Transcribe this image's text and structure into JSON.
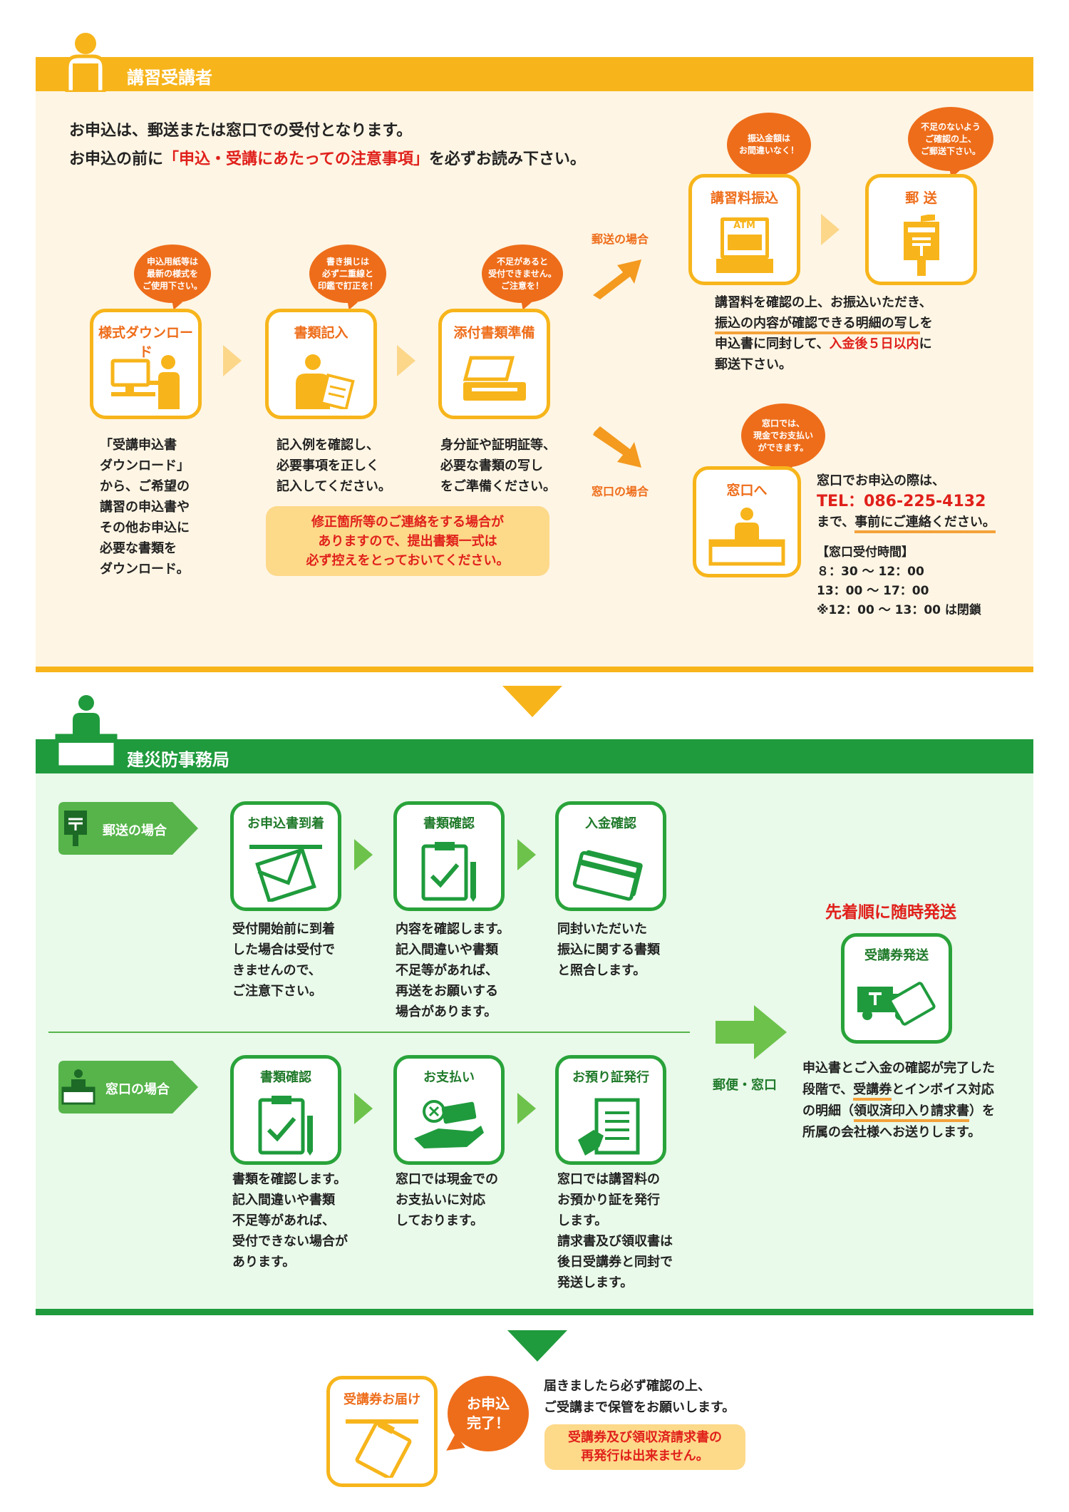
{
  "top": {
    "header": "講習受講者",
    "intro1": "お申込は、郵送または窓口での受付となります。",
    "intro2a": "お申込の前に",
    "intro2b": "「申込・受講にあたっての注意事項」",
    "intro2c": "を必ずお読み下さい。",
    "steps": [
      {
        "title": "様式ダウンロード",
        "bubble": "申込用紙等は\n最新の様式を\nご使用下さい。",
        "text": "「受講申込書\nダウンロード」\nから、ご希望の\n講習の申込書や\nその他お申込に\n必要な書類を\nダウンロード。"
      },
      {
        "title": "書類記入",
        "bubble": "書き損じは\n必ず二重線と\n印鑑で訂正を！",
        "text": "記入例を確認し、\n必要事項を正しく\n記入してください。"
      },
      {
        "title": "添付書類準備",
        "bubble": "不足があると\n受付できません。\nご注意を！",
        "text": "身分証や証明証等、\n必要な書類の写し\nをご準備ください。"
      }
    ],
    "warning": "修正箇所等のご連絡をする場合が\nありますので、提出書類一式は\n必ず控えをとっておいてください。",
    "mail_label": "郵送の場合",
    "window_label": "窓口の場合",
    "furikomi": {
      "title": "講習料振込",
      "bubble": "振込金額は\nお間違いなく！",
      "atm": "ATM"
    },
    "yuso": {
      "title": "郵 送",
      "bubble": "不足のないよう\nご確認の上、\nご郵送下さい。"
    },
    "mail_text": {
      "l1": "講習料を確認の上、お振込いただき、",
      "l2": "振込の内容が確認できる明細の写し",
      "l2b": "を",
      "l3a": "申込書に同封して、",
      "l3b": "入金後５日以内",
      "l3c": "に",
      "l4": "郵送下さい。"
    },
    "madoguchi": {
      "title": "窓口へ",
      "bubble": "窓口では、\n現金でお支払い\nができます。"
    },
    "window_text": {
      "l1": "窓口でお申込の際は、",
      "tel": "TEL：086-225-4132",
      "l3a": "まで、",
      "l3b": "事前にご連絡ください。",
      "hours_title": "【窓口受付時間】",
      "h1": "８：30 ～ 12：00",
      "h2": "13：00 ～ 17：00",
      "h3": "※12：00 ～ 13：00 は閉鎖"
    }
  },
  "office": {
    "header": "建災防事務局",
    "mail_tag": "郵送の場合",
    "window_tag": "窓口の場合",
    "mail_steps": [
      {
        "title": "お申込書到着",
        "text": "受付開始前に到着\nした場合は受付で\nきませんので、\nご注意下さい。"
      },
      {
        "title": "書類確認",
        "text": "内容を確認します。\n記入間違いや書類\n不足等があれば、\n再送をお願いする\n場合があります。"
      },
      {
        "title": "入金確認",
        "text": "同封いただいた\n振込に関する書類\nと照合します。"
      }
    ],
    "window_steps": [
      {
        "title": "書類確認",
        "text": "書類を確認します。\n記入間違いや書類\n不足等があれば、\n受付できない場合が\nあります。"
      },
      {
        "title": "お支払い",
        "text": "窓口では現金での\nお支払いに対応\nしております。"
      },
      {
        "title": "お預り証発行",
        "text": "窓口では講習料の\nお預かり証を発行\nします。\n請求書及び領収書は\n後日受講券と同封で\n発送します。"
      }
    ],
    "post_label": "郵便・窓口",
    "first_come": "先着順に随時発送",
    "ticket_title": "受講券発送",
    "final_text": {
      "l1": "申込書とご入金の確認が完了した",
      "l2a": "段階で、",
      "l2b": "受講券",
      "l2c": "とインボイス対応",
      "l3a": "の明細（",
      "l3b": "領収済印入り請求書",
      "l3c": "）を",
      "l4": "所属の会社様へお送りします。"
    }
  },
  "bottom": {
    "box_title": "受講券お届け",
    "bubble": "お申込\n完了！",
    "text1": "届きましたら必ず確認の上、",
    "text2": "ご受講まで保管をお願いします。",
    "warning": "受講券及び領収済請求書の\n再発行は出来ません。"
  }
}
